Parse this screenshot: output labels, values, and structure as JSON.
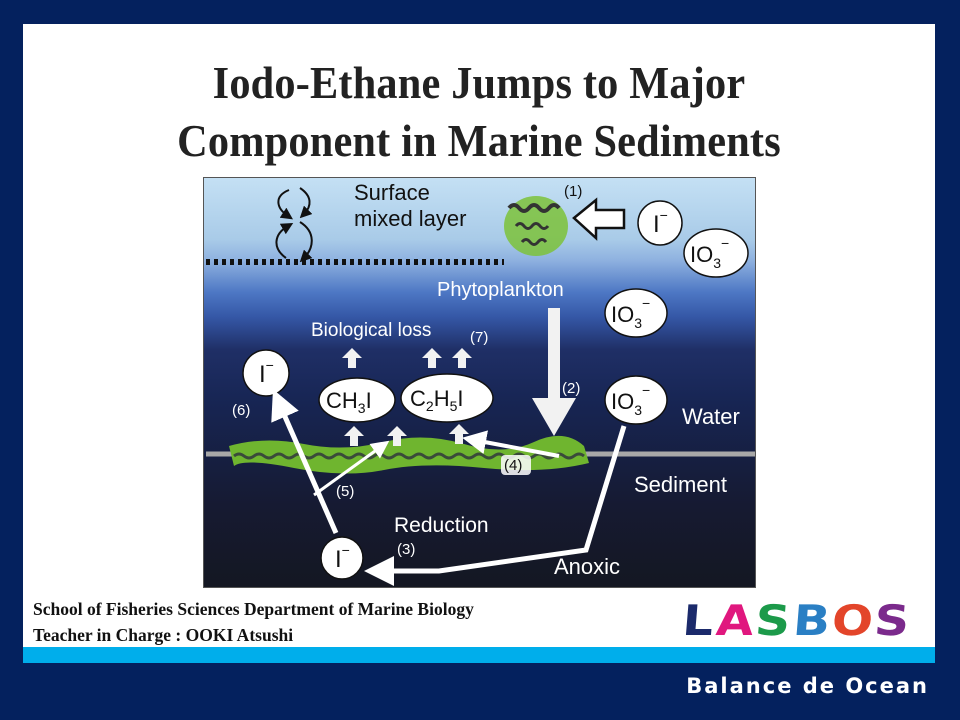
{
  "slide": {
    "title_line1": "Iodo-Ethane Jumps to Major",
    "title_line2": "Component in Marine Sediments",
    "footer_line1": "School of Fisheries Sciences Department of Marine Biology",
    "footer_line2": "Teacher in Charge : OOKI Atsushi",
    "tagline": "Balance de Ocean",
    "colors": {
      "frame": "#04215e",
      "panel": "#ffffff",
      "accent_bar": "#00aeeb"
    }
  },
  "logo": {
    "letters": [
      {
        "char": "L",
        "color": "#1b2a6b"
      },
      {
        "char": "A",
        "color": "#e0177e"
      },
      {
        "char": "S",
        "color": "#1c9a4a"
      },
      {
        "char": "B",
        "color": "#2a7fc4"
      },
      {
        "char": "O",
        "color": "#e3452a"
      },
      {
        "char": "S",
        "color": "#7b2a8c"
      }
    ]
  },
  "diagram": {
    "surface_label_1": "Surface",
    "surface_label_2": "mixed layer",
    "phytoplankton_label": "Phytoplankton",
    "biological_loss_label": "Biological loss",
    "water_label": "Water",
    "sediment_label": "Sediment",
    "reduction_label": "Reduction",
    "anoxic_label": "Anoxic",
    "species": {
      "iodide": "I",
      "iodide_charge": "−",
      "iodate": "IO",
      "iodate_sub": "3",
      "iodate_charge": "−",
      "methyl_iodide_a": "CH",
      "methyl_iodide_sub": "3",
      "methyl_iodide_b": "I",
      "ethyl_iodide_a": "C",
      "ethyl_iodide_sub1": "2",
      "ethyl_iodide_b": "H",
      "ethyl_iodide_sub2": "5",
      "ethyl_iodide_c": "I"
    },
    "steps": {
      "s1": "(1)",
      "s2": "(2)",
      "s3": "(3)",
      "s4": "(4)",
      "s5": "(5)",
      "s6": "(6)",
      "s7": "(7)"
    }
  }
}
